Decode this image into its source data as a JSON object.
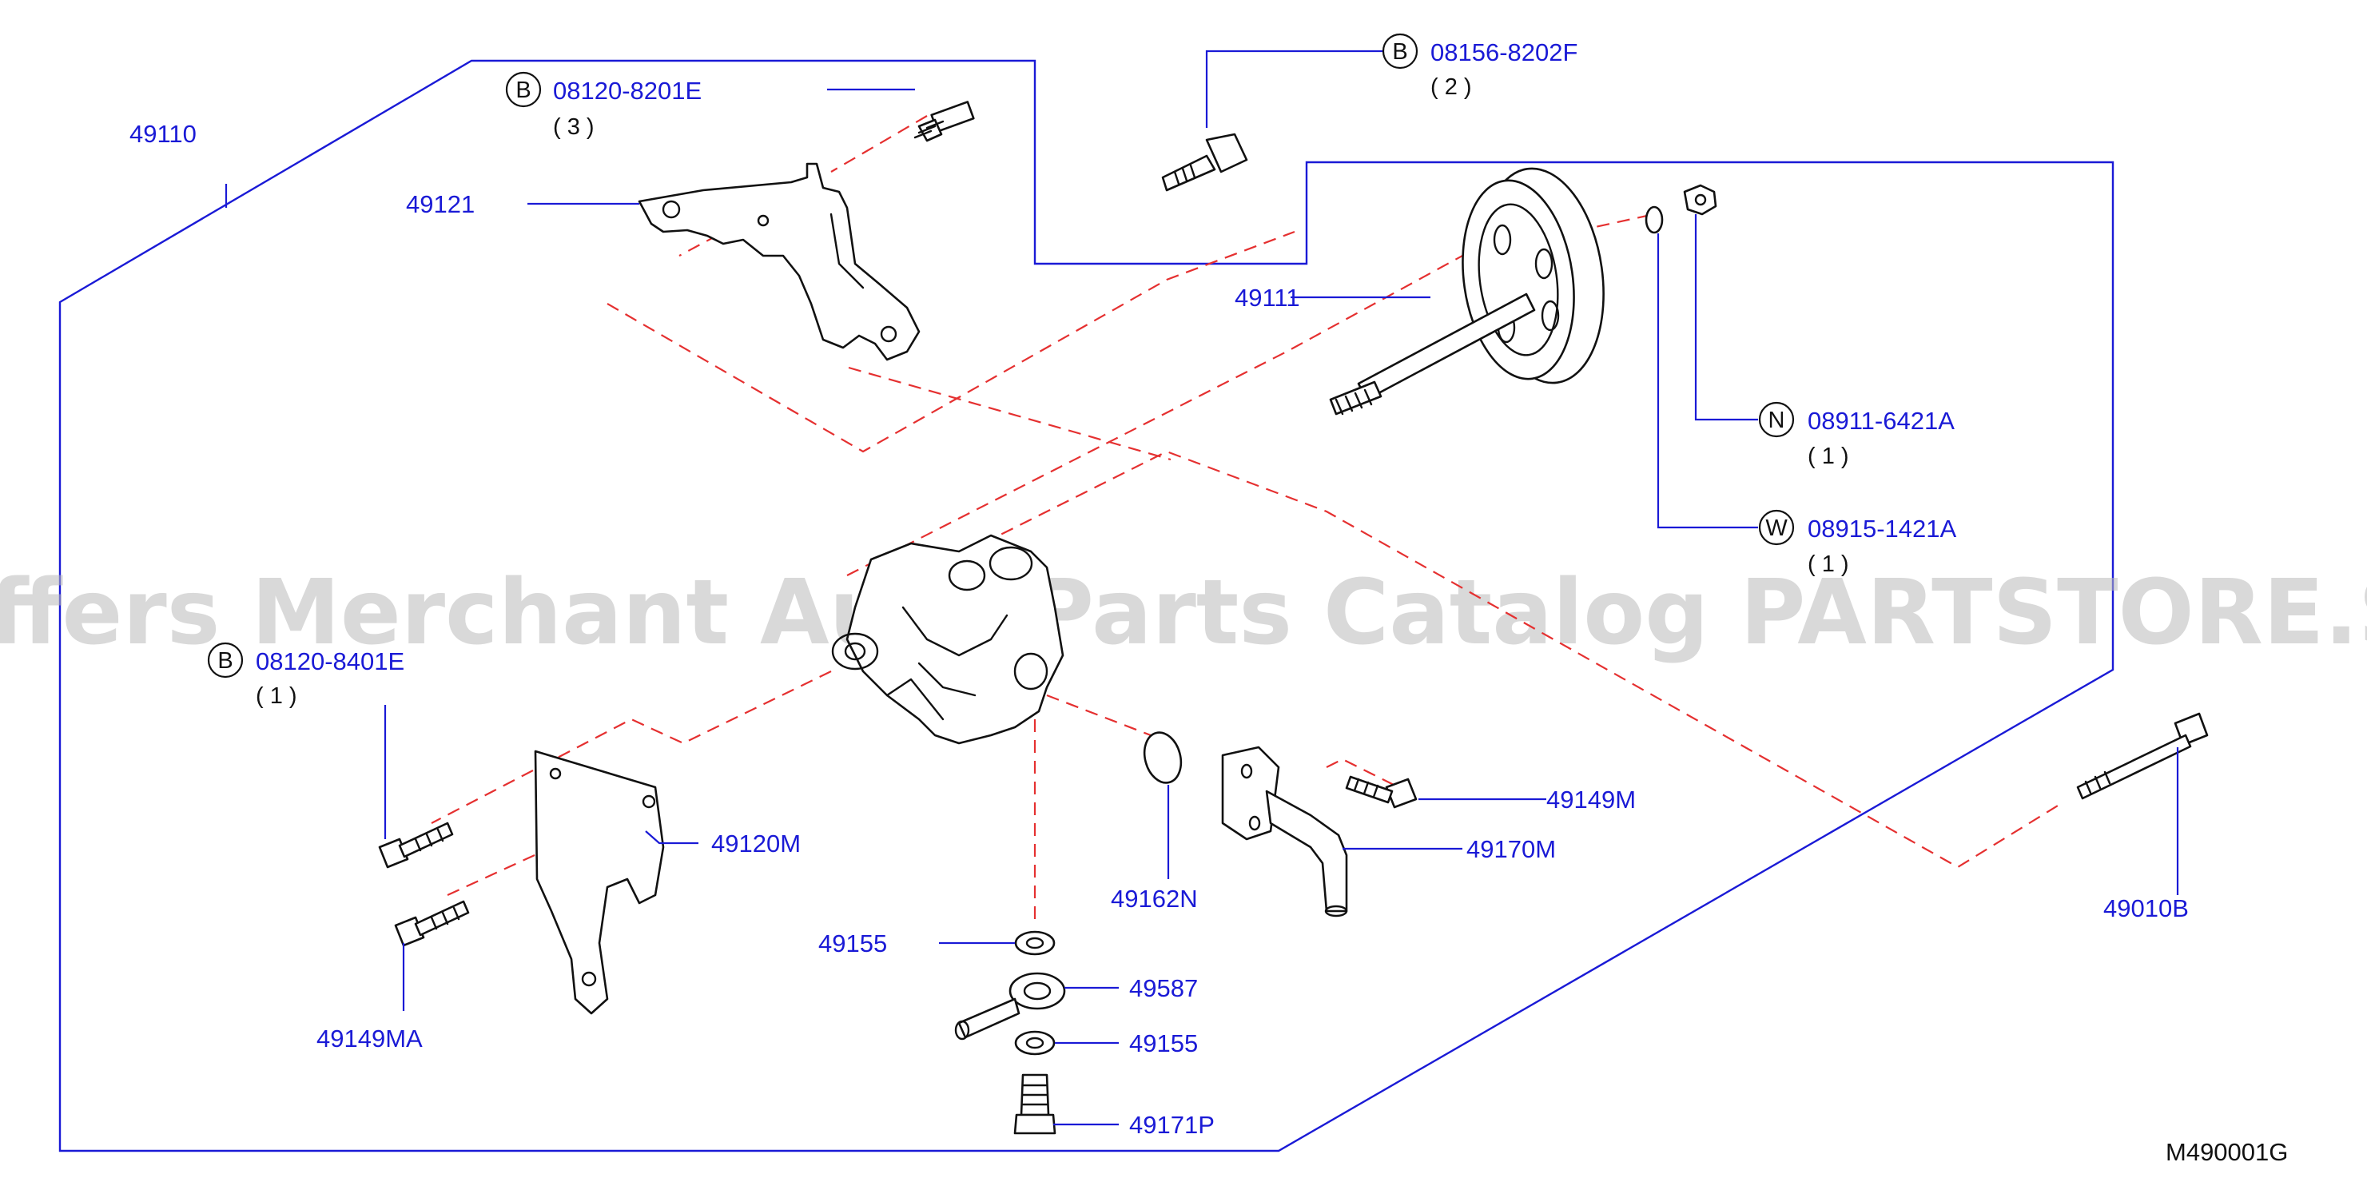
{
  "diagram": {
    "assembly": "49110",
    "figure_code": "M490001G",
    "watermark": "Offers Merchant Auto Parts Catalog PARTSTORE.SA",
    "colors": {
      "label": "#1a1ad6",
      "leader": "#1a1ad6",
      "dashed": "#e53030",
      "ink": "#111111",
      "watermark": "#b9b9b9"
    },
    "bolt_callouts": [
      {
        "id": "b1",
        "letter": "B",
        "part": "08120-8201E",
        "qty": "( 3 )"
      },
      {
        "id": "b2",
        "letter": "B",
        "part": "08156-8202F",
        "qty": "( 2 )"
      },
      {
        "id": "b3",
        "letter": "N",
        "part": "08911-6421A",
        "qty": "( 1 )"
      },
      {
        "id": "b4",
        "letter": "W",
        "part": "08915-1421A",
        "qty": "( 1 )"
      },
      {
        "id": "b5",
        "letter": "B",
        "part": "08120-8401E",
        "qty": "( 1 )"
      }
    ],
    "parts": [
      {
        "id": "p49121",
        "label": "49121"
      },
      {
        "id": "p49111",
        "label": "49111"
      },
      {
        "id": "p49120M",
        "label": "49120M"
      },
      {
        "id": "p49149MA",
        "label": "49149MA"
      },
      {
        "id": "p49149M",
        "label": "49149M"
      },
      {
        "id": "p49170M",
        "label": "49170M"
      },
      {
        "id": "p49162N",
        "label": "49162N"
      },
      {
        "id": "p49155a",
        "label": "49155"
      },
      {
        "id": "p49587",
        "label": "49587"
      },
      {
        "id": "p49155b",
        "label": "49155"
      },
      {
        "id": "p49171P",
        "label": "49171P"
      },
      {
        "id": "p49010B",
        "label": "49010B"
      }
    ]
  }
}
